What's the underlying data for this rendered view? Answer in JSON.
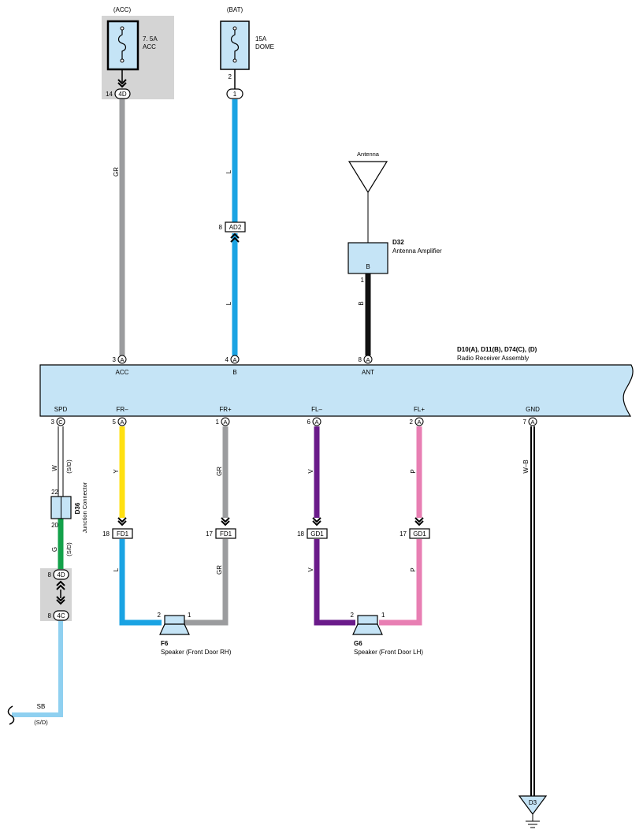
{
  "sources": {
    "acc": {
      "label": "(ACC)",
      "fuse_rating": "7. 5A",
      "fuse_name": "ACC",
      "pin": "14",
      "connector": "4D"
    },
    "bat": {
      "label": "(BAT)",
      "fuse_rating": "15A",
      "fuse_name": "DOME",
      "pin": "2",
      "connector": "1"
    }
  },
  "upper_wires": {
    "acc_color": "GR",
    "bat_color_top": "L",
    "bat_color_bottom": "L",
    "ant_color": "B"
  },
  "inline_connectors": {
    "ad2": {
      "pin": "8",
      "name": "AD2"
    }
  },
  "antenna": {
    "label": "Antenna",
    "amp_code": "D32",
    "amp_name": "Antenna Amplifier",
    "amp_terminal": "B",
    "amp_pin": "1"
  },
  "radio": {
    "codes": "D10(A), D11(B), D74(C), (D)",
    "name": "Radio Receiver Assembly",
    "top_pins": [
      {
        "pin": "3",
        "conn": "A",
        "label": "ACC"
      },
      {
        "pin": "4",
        "conn": "A",
        "label": "B"
      },
      {
        "pin": "8",
        "conn": "A",
        "label": "ANT"
      }
    ],
    "bottom_pins": [
      {
        "pin": "3",
        "conn": "C",
        "label": "SPD"
      },
      {
        "pin": "5",
        "conn": "A",
        "label": "FR–"
      },
      {
        "pin": "1",
        "conn": "A",
        "label": "FR+"
      },
      {
        "pin": "6",
        "conn": "A",
        "label": "FL–"
      },
      {
        "pin": "2",
        "conn": "A",
        "label": "FL+"
      },
      {
        "pin": "7",
        "conn": "A",
        "label": "GND"
      }
    ]
  },
  "spd_circuit": {
    "wire_top_color": "W",
    "wire_top_note": "(S/D)",
    "jc_code": "D36",
    "jc_name": "Junction Connector",
    "jc_pin_top": "22",
    "jc_pin_bottom": "20",
    "wire_mid_color": "G",
    "wire_mid_note": "(S/D)",
    "conn1": {
      "pin": "8",
      "name": "4D"
    },
    "conn2": {
      "pin": "8",
      "name": "4C"
    },
    "wire_out_color": "SB",
    "wire_out_note": "(S/D)"
  },
  "speakers": {
    "rh": {
      "code": "F6",
      "name": "Speaker (Front Door RH)",
      "minus_color_top": "Y",
      "plus_color_top": "GR",
      "minus_color_bottom": "L",
      "plus_color_bottom": "GR",
      "conn_minus": {
        "pin": "18",
        "name": "FD1"
      },
      "conn_plus": {
        "pin": "17",
        "name": "FD1"
      },
      "spk_pin_minus": "2",
      "spk_pin_plus": "1"
    },
    "lh": {
      "code": "G6",
      "name": "Speaker (Front Door LH)",
      "minus_color_top": "V",
      "plus_color_top": "P",
      "minus_color_bottom": "V",
      "plus_color_bottom": "P",
      "conn_minus": {
        "pin": "18",
        "name": "GD1"
      },
      "conn_plus": {
        "pin": "17",
        "name": "GD1"
      },
      "spk_pin_minus": "2",
      "spk_pin_plus": "1"
    }
  },
  "ground": {
    "wire_color": "W–B",
    "point": "D3"
  },
  "colors": {
    "gray_wire": "#9b9c9e",
    "blue_wire": "#1aa3e3",
    "black_wire": "#111111",
    "yellow_wire": "#ffe011",
    "violet_wire": "#6a1b8a",
    "pink_wire": "#e87fb3",
    "green_wire": "#13a14a",
    "skyblue_wire": "#8fd0f0",
    "component_fill": "#c5e4f6",
    "shade_fill": "#d4d4d4"
  }
}
